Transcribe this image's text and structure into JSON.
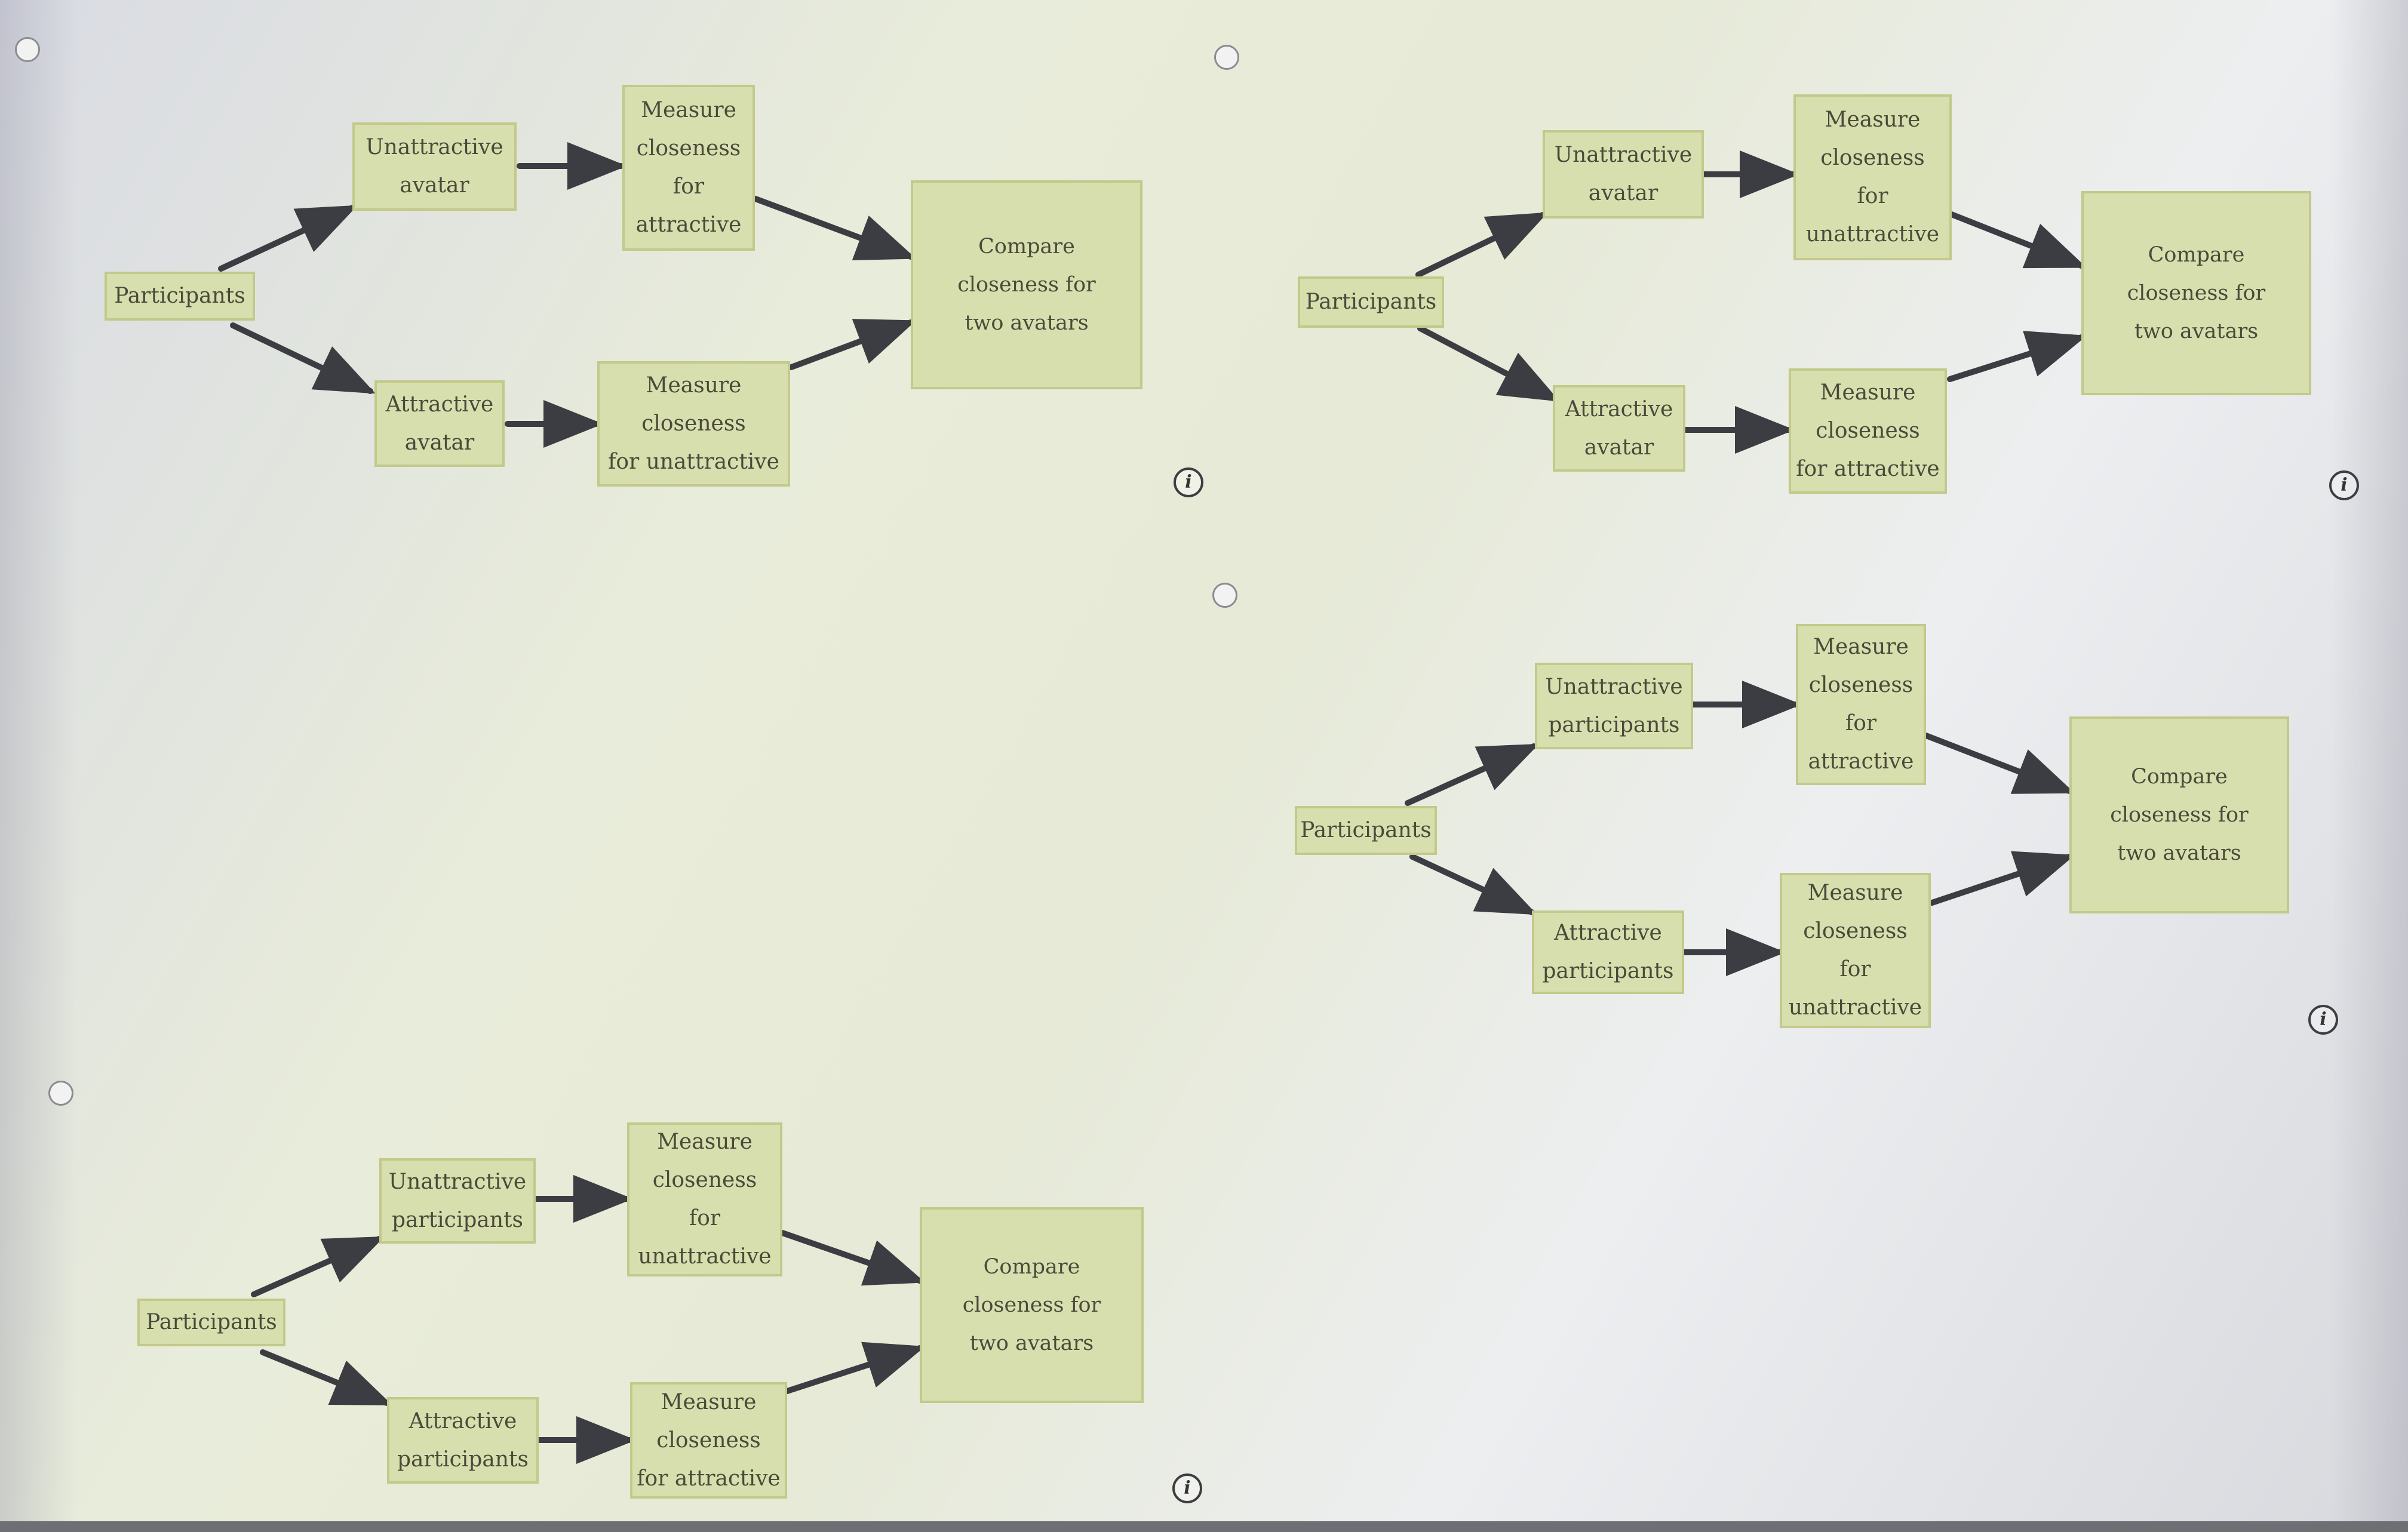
{
  "diagrams": [
    {
      "nodes": {
        "participants": [
          "Participants"
        ],
        "upper_group": [
          "Unattractive",
          "avatar"
        ],
        "lower_group": [
          "Attractive",
          "avatar"
        ],
        "upper_measure": [
          "Measure",
          "closeness",
          "for",
          "attractive"
        ],
        "lower_measure": [
          "Measure",
          "closeness",
          "for unattractive"
        ],
        "compare": [
          "Compare",
          "closeness for",
          "two avatars"
        ]
      }
    },
    {
      "nodes": {
        "participants": [
          "Participants"
        ],
        "upper_group": [
          "Unattractive",
          "avatar"
        ],
        "lower_group": [
          "Attractive",
          "avatar"
        ],
        "upper_measure": [
          "Measure",
          "closeness",
          "for",
          "unattractive"
        ],
        "lower_measure": [
          "Measure",
          "closeness",
          "for attractive"
        ],
        "compare": [
          "Compare",
          "closeness for",
          "two avatars"
        ]
      }
    },
    {
      "nodes": {
        "participants": [
          "Participants"
        ],
        "upper_group": [
          "Unattractive",
          "participants"
        ],
        "lower_group": [
          "Attractive",
          "participants"
        ],
        "upper_measure": [
          "Measure",
          "closeness",
          "for",
          "attractive"
        ],
        "lower_measure": [
          "Measure",
          "closeness",
          "for",
          "unattractive"
        ],
        "compare": [
          "Compare",
          "closeness for",
          "two avatars"
        ]
      }
    },
    {
      "nodes": {
        "participants": [
          "Participants"
        ],
        "upper_group": [
          "Unattractive",
          "participants"
        ],
        "lower_group": [
          "Attractive",
          "participants"
        ],
        "upper_measure": [
          "Measure",
          "closeness",
          "for",
          "unattractive"
        ],
        "lower_measure": [
          "Measure",
          "closeness",
          "for attractive"
        ],
        "compare": [
          "Compare",
          "closeness for",
          "two avatars"
        ]
      }
    }
  ],
  "icons": {
    "info": "i"
  },
  "colors": {
    "node_fill": "#d8dfae",
    "node_border": "#c3c98a",
    "arrow": "#3c3d42"
  }
}
